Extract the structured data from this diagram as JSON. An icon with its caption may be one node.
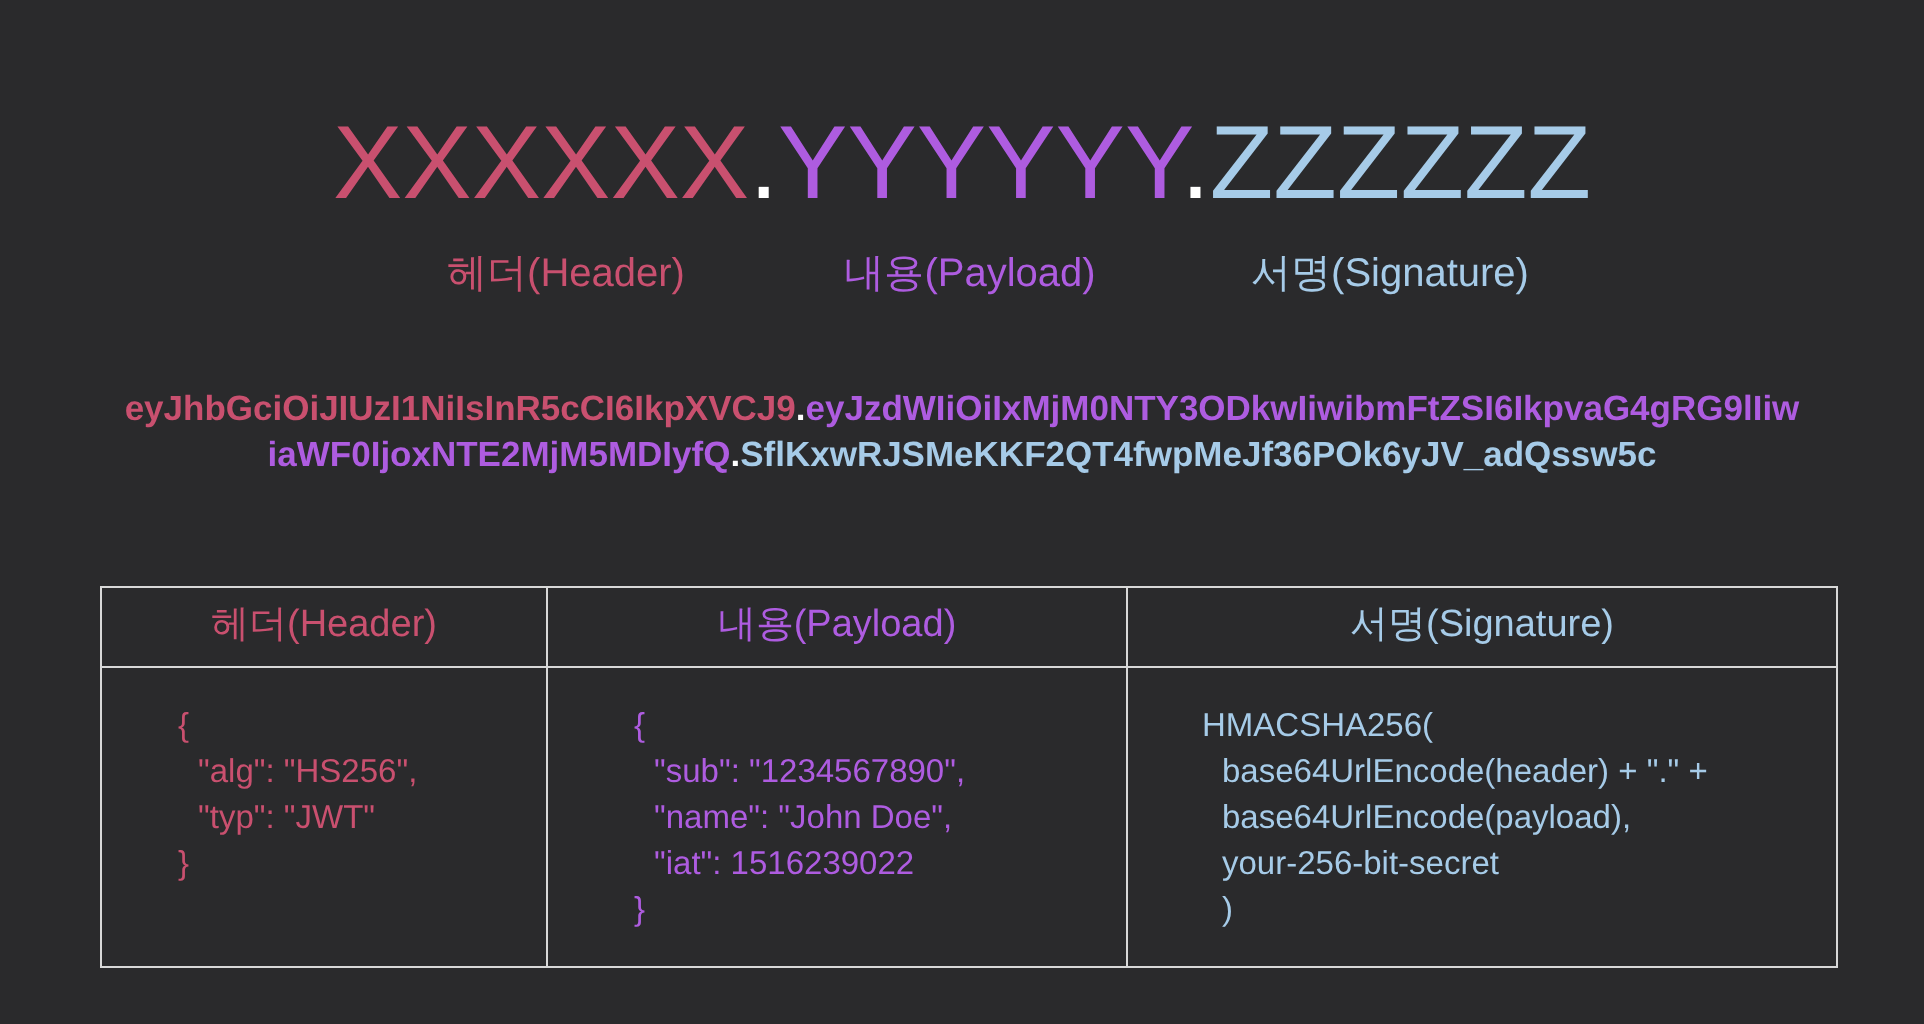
{
  "diagram": {
    "nodes": [
      {
        "text": [
          "헤더(Header)"
        ]
      },
      {
        "text": [
          "내용(Payload)"
        ]
      },
      {
        "text": [
          "서명(Signature)"
        ]
      },
      {
        "text": [
          "{",
          "\"alg\": \"HS256\",",
          "\"typ\": \"JWT\"",
          "}"
        ]
      },
      {
        "text": [
          "{",
          "\"sub\": \"1234567890\",",
          "\"name\": \"John Doe\",",
          "\"iat\": 1516239022",
          "}"
        ]
      },
      {
        "text": [
          "HMACSHA256(",
          "base64UrlEncode(header) + \".\" +",
          "base64UrlEncode(payload),",
          "your-256-bit-secret",
          ")"
        ]
      }
    ],
    "edges": [],
    "labels": [
      "XXXXXX",
      ".",
      "YYYYYY",
      ".",
      "ZZZZZZ",
      "헤더(Header)",
      "내용(Payload)",
      "서명(Signature)",
      "eyJhbGciOiJIUzI1NiIsInR5cCI6IkpXVCJ9",
      ".",
      "eyJzdWIiOiIxMjM0NTY3ODkwIiwibmFtZSI6IkpvaG4gRG9lIiwiaWF0IjoxNTE2MjM5MDIyfQ",
      ".",
      "SflKxwRJSMeKKF2QT4fwpMeJf36POk6yJV_adQssw5c"
    ]
  }
}
